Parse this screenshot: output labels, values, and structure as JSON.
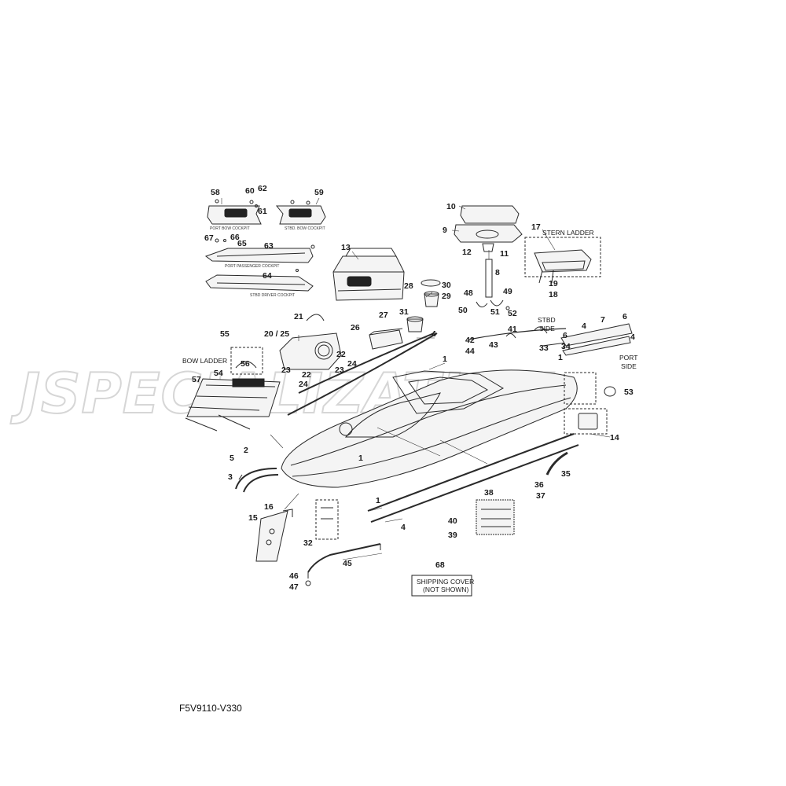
{
  "watermark": "JSPECIALIZATION",
  "diagram_code": "F5V9110-V330",
  "labels": {
    "stern_ladder": "STERN LADDER",
    "bow_ladder": "BOW LADDER",
    "stbd_side_1": "STBD",
    "stbd_side_2": "SIDE",
    "port_side_1": "PORT",
    "port_side_2": "SIDE",
    "shipping_cover_1": "SHIPPING COVER",
    "shipping_cover_2": "(NOT SHOWN)",
    "port_bow_cockpit": "PORT BOW COCKPIT",
    "stbd_bow_cockpit": "STBD. BOW COCKPIT",
    "port_passenger_cockpit": "PORT PASSENGER COCKPIT",
    "stbd_driver_cockpit": "STBD DRIVER COCKPIT"
  },
  "callouts": {
    "c1a": "1",
    "c1b": "1",
    "c1c": "1",
    "c1d": "1",
    "c2": "2",
    "c3": "3",
    "c4a": "4",
    "c4b": "4",
    "c4c": "4",
    "c4d": "4",
    "c5": "5",
    "c6a": "6",
    "c6b": "6",
    "c7": "7",
    "c8": "8",
    "c9": "9",
    "c10": "10",
    "c11": "11",
    "c12": "12",
    "c13": "13",
    "c14": "14",
    "c15": "15",
    "c16": "16",
    "c17": "17",
    "c18": "18",
    "c19": "19",
    "c2025": "20 / 25",
    "c21": "21",
    "c22a": "22",
    "c22b": "22",
    "c23a": "23",
    "c23b": "23",
    "c24a": "24",
    "c24b": "24",
    "c26": "26",
    "c27": "27",
    "c28": "28",
    "c29": "29",
    "c30": "30",
    "c31": "31",
    "c32": "32",
    "c33": "33",
    "c34": "34",
    "c35": "35",
    "c36": "36",
    "c37": "37",
    "c38": "38",
    "c39": "39",
    "c40": "40",
    "c41": "41",
    "c42": "42",
    "c43": "43",
    "c44": "44",
    "c45": "45",
    "c46": "46",
    "c47": "47",
    "c48": "48",
    "c49": "49",
    "c50": "50",
    "c51": "51",
    "c52": "52",
    "c53": "53",
    "c54": "54",
    "c55": "55",
    "c56": "56",
    "c57": "57",
    "c58": "58",
    "c59": "59",
    "c60": "60",
    "c61": "61",
    "c62": "62",
    "c63": "63",
    "c64": "64",
    "c65": "65",
    "c66": "66",
    "c67": "67",
    "c68": "68"
  }
}
